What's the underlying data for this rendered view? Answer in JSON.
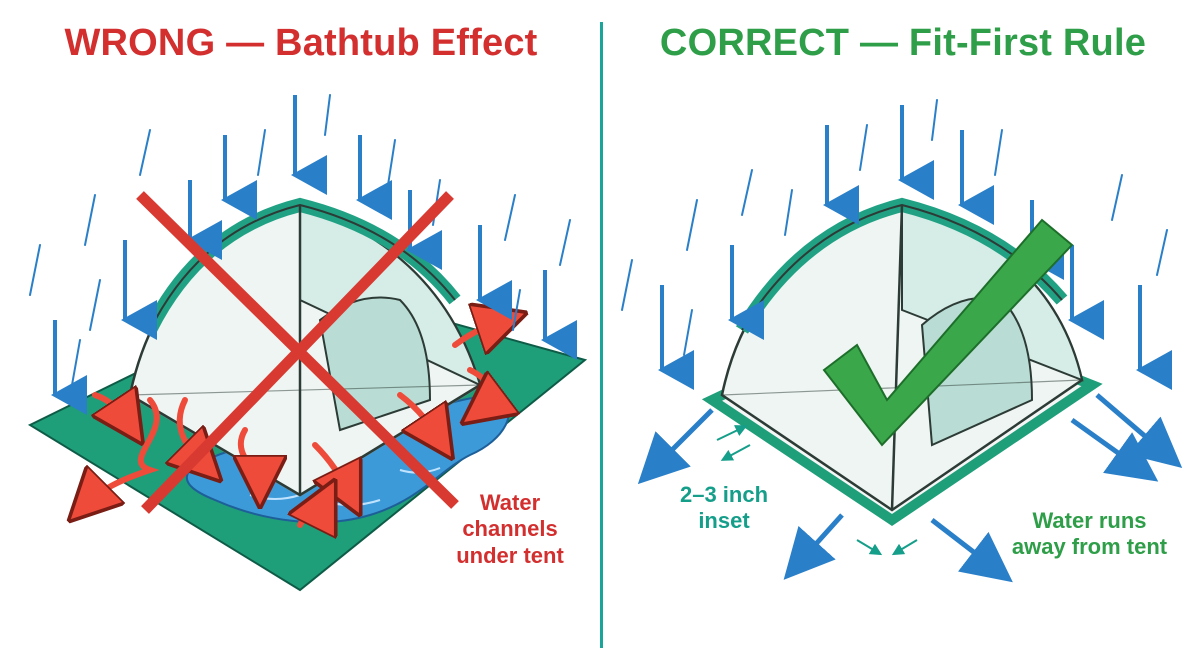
{
  "left_panel": {
    "title": "WRONG — Bathtub Effect",
    "annotation": [
      "Water",
      "channels",
      "under tent"
    ]
  },
  "right_panel": {
    "title": "CORRECT — Fit-First Rule",
    "inset_label": [
      "2–3 inch",
      "inset"
    ],
    "runoff_label": [
      "Water runs",
      "away from tent"
    ]
  },
  "colors": {
    "wrong": "#d32f2f",
    "correct": "#2e9e48",
    "divider": "#1aa59a",
    "rain": "#2a7fc9",
    "tarp": "#1f9e7a",
    "tent_fly": "#21a184",
    "puddle": "#3d9ad8",
    "flow_arrow": "#ef4b3a"
  },
  "icons": [
    "rain-arrow-icon",
    "x-mark-icon",
    "check-mark-icon",
    "flow-arrow-icon"
  ]
}
